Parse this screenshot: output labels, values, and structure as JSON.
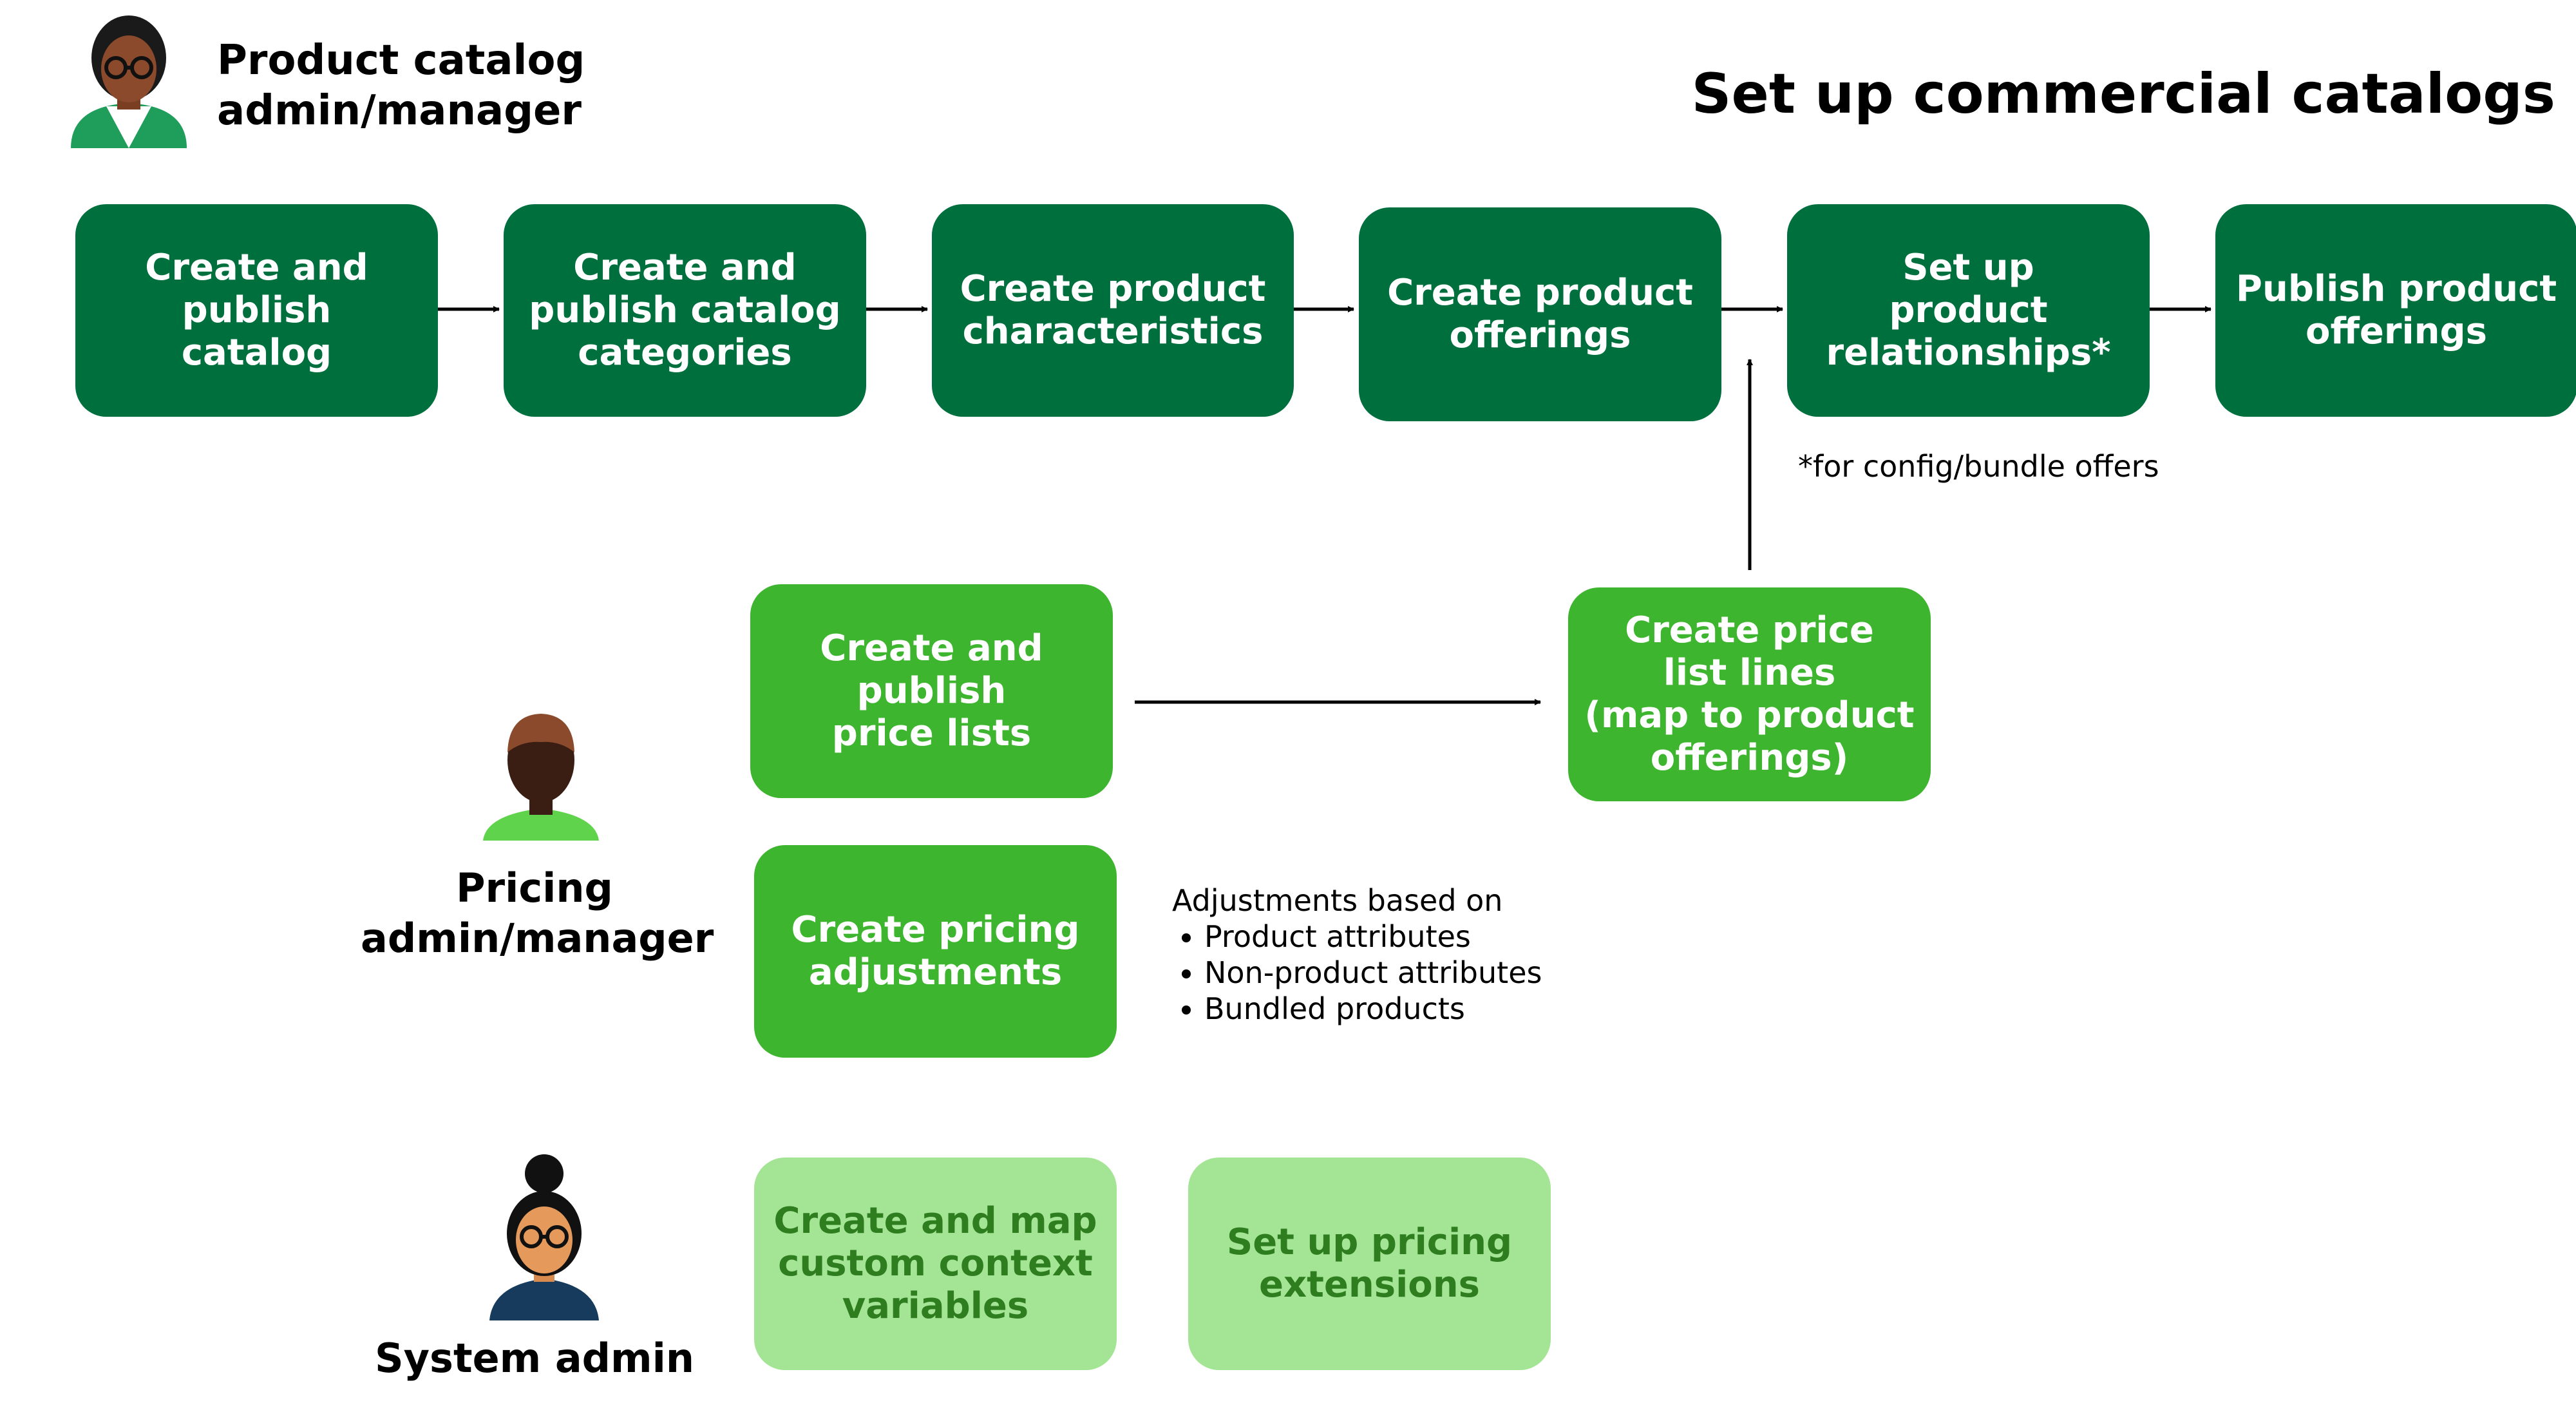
{
  "title": "Set up commercial catalogs",
  "roles": {
    "catalog_manager": {
      "line1": "Product catalog",
      "line2": "admin/manager"
    },
    "pricing_manager": {
      "line1": "Pricing",
      "line2": "admin/manager"
    },
    "system_admin": {
      "line1": "System admin"
    }
  },
  "catalog_steps": [
    "Create and\npublish\ncatalog",
    "Create and\npublish catalog\ncategories",
    "Create product\ncharacteristics",
    "Create product\nofferings",
    "Set up\nproduct\nrelationships*",
    "Publish product\nofferings"
  ],
  "relationships_note": "*for config/bundle offers",
  "pricing_steps": {
    "price_lists": "Create and\npublish\nprice lists",
    "price_list_lines": "Create price\nlist lines\n(map to product\nofferings)",
    "pricing_adjustments": "Create pricing\nadjustments"
  },
  "adjustments_note": {
    "heading": "Adjustments based on",
    "items": [
      "Product attributes",
      "Non-product attributes",
      "Bundled products"
    ]
  },
  "system_steps": {
    "context_variables": "Create and map\ncustom context\nvariables",
    "pricing_extensions": "Set up pricing\nextensions"
  },
  "colors": {
    "catalog_box": "#006F3E",
    "pricing_box": "#3DB52E",
    "system_box": "#A4E595",
    "system_text": "#2E7D1E"
  }
}
